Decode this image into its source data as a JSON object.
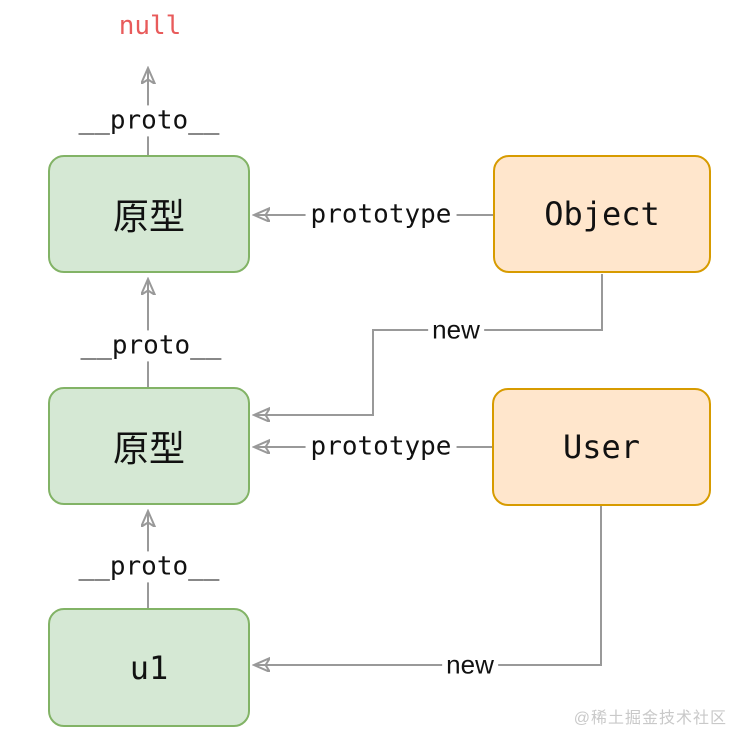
{
  "nodes": {
    "null_value": "null",
    "object_prototype": "原型",
    "object_ctor": "Object",
    "user_prototype": "原型",
    "user_ctor": "User",
    "instance": "u1"
  },
  "edges": {
    "proto_top": "__proto__",
    "prototype_object": "prototype",
    "new_object": "new",
    "proto_mid": "__proto__",
    "prototype_user": "prototype",
    "proto_bottom": "__proto__",
    "new_user": "new"
  },
  "watermark": "@稀土掘金技术社区",
  "colors": {
    "green-fill": "#d5e8d4",
    "green-border": "#82b366",
    "orange-fill": "#ffe6cc",
    "orange-border": "#d79b00",
    "line": "#999999",
    "null-red": "#e85b5b",
    "watermark": "#c9c9c9"
  }
}
